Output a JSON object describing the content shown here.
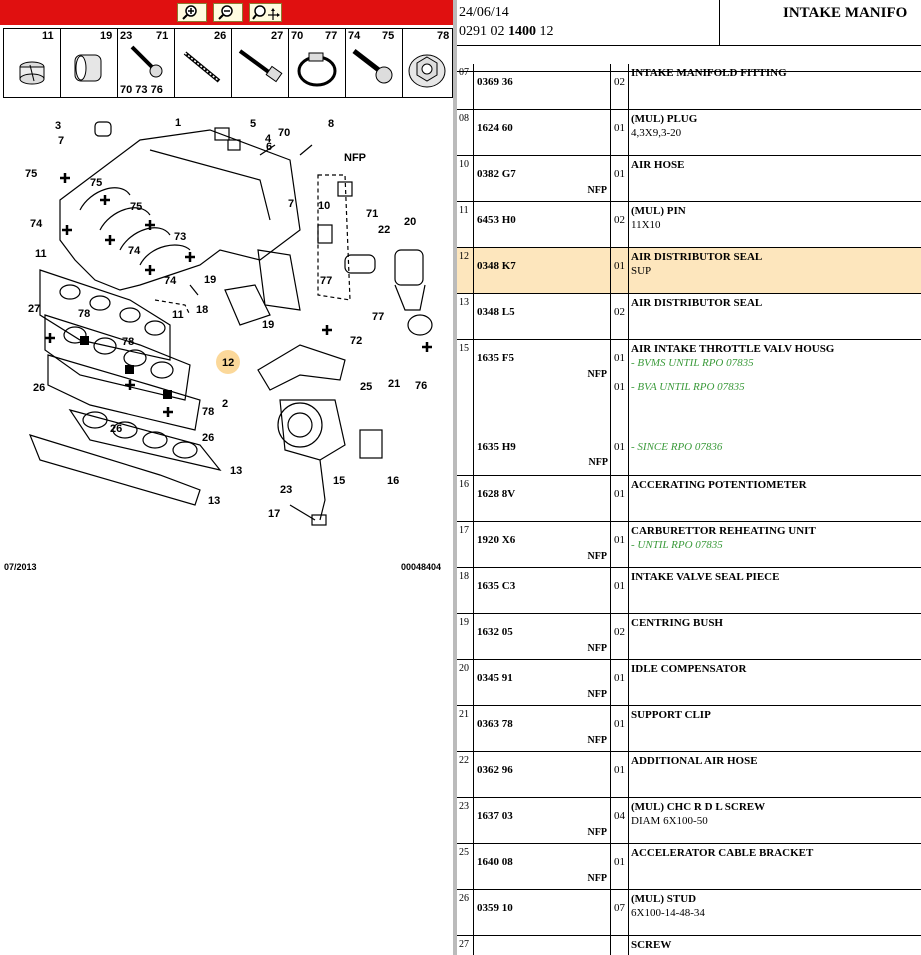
{
  "toolbar": {
    "buttons": [
      {
        "name": "zoom-in-button",
        "icon": "zoom-in-icon"
      },
      {
        "name": "zoom-out-button",
        "icon": "zoom-out-icon"
      },
      {
        "name": "zoom-fit-button",
        "icon": "zoom-move-icon"
      }
    ],
    "bg": "#e01010"
  },
  "parts_strip": [
    "11",
    "19",
    "23",
    "71",
    "70 73 76",
    "26",
    "27",
    "70",
    "77",
    "74",
    "75",
    "78"
  ],
  "diagram": {
    "callouts": [
      "1",
      "2",
      "3",
      "4",
      "5",
      "6",
      "7",
      "7",
      "8",
      "10",
      "11",
      "11",
      "12",
      "13",
      "13",
      "15",
      "16",
      "17",
      "18",
      "19",
      "19",
      "20",
      "21",
      "22",
      "23",
      "25",
      "26",
      "26",
      "26",
      "27",
      "70",
      "71",
      "72",
      "73",
      "74",
      "74",
      "74",
      "75",
      "75",
      "75",
      "76",
      "77",
      "77",
      "78",
      "78",
      "78",
      "NFP"
    ],
    "footer_date": "07/2013",
    "footer_ref": "00048404"
  },
  "header": {
    "date": "24/06/14",
    "code_a": "0291 02",
    "code_b": "1400",
    "code_c": "12",
    "title": "INTAKE MANIFO"
  },
  "rows": [
    {
      "idx": "07",
      "ref": "0369 36",
      "nfp": "",
      "qty": "02",
      "desc1": "INTAKE MANIFOLD FITTING",
      "desc2": "",
      "extra": []
    },
    {
      "idx": "08",
      "ref": "1624 60",
      "nfp": "",
      "qty": "01",
      "desc1": "(MUL) PLUG",
      "desc2": "4,3X9,3-20",
      "extra": []
    },
    {
      "idx": "10",
      "ref": "0382 G7",
      "nfp": "NFP",
      "qty": "01",
      "desc1": "AIR HOSE",
      "desc2": "",
      "extra": []
    },
    {
      "idx": "11",
      "ref": "6453 H0",
      "nfp": "",
      "qty": "02",
      "desc1": "(MUL) PIN",
      "desc2": "11X10",
      "extra": []
    },
    {
      "idx": "12",
      "ref": "0348 K7",
      "nfp": "",
      "qty": "01",
      "desc1": "AIR DISTRIBUTOR SEAL",
      "desc2": "SUP",
      "extra": [],
      "highlight": true
    },
    {
      "idx": "13",
      "ref": "0348 L5",
      "nfp": "",
      "qty": "02",
      "desc1": "AIR DISTRIBUTOR SEAL",
      "desc2": "",
      "extra": []
    },
    {
      "idx": "15",
      "ref": "1635 F5",
      "nfp": "NFP",
      "qty": "01",
      "desc1": "AIR INTAKE THROTTLE VALV HOUSG",
      "desc2": "- BVMS UNTIL RPO 07835",
      "desc2_green": true,
      "extra": [
        {
          "ref": "",
          "nfp": "",
          "qty": "01",
          "desc": "- BVA UNTIL RPO 07835"
        },
        {
          "ref": "1635 H9",
          "nfp": "NFP",
          "qty": "01",
          "desc": "- SINCE RPO 07836"
        }
      ]
    },
    {
      "idx": "16",
      "ref": "1628 8V",
      "nfp": "",
      "qty": "01",
      "desc1": "ACCERATING POTENTIOMETER",
      "desc2": "",
      "extra": []
    },
    {
      "idx": "17",
      "ref": "1920 X6",
      "nfp": "NFP",
      "qty": "01",
      "desc1": "CARBURETTOR REHEATING UNIT",
      "desc2": "- UNTIL RPO 07835",
      "desc2_green": true,
      "extra": []
    },
    {
      "idx": "18",
      "ref": "1635 C3",
      "nfp": "",
      "qty": "01",
      "desc1": "INTAKE VALVE SEAL PIECE",
      "desc2": "",
      "extra": []
    },
    {
      "idx": "19",
      "ref": "1632 05",
      "nfp": "NFP",
      "qty": "02",
      "desc1": "CENTRING BUSH",
      "desc2": "",
      "extra": []
    },
    {
      "idx": "20",
      "ref": "0345 91",
      "nfp": "NFP",
      "qty": "01",
      "desc1": "IDLE COMPENSATOR",
      "desc2": "",
      "extra": []
    },
    {
      "idx": "21",
      "ref": "0363 78",
      "nfp": "NFP",
      "qty": "01",
      "desc1": "SUPPORT CLIP",
      "desc2": "",
      "extra": []
    },
    {
      "idx": "22",
      "ref": "0362 96",
      "nfp": "",
      "qty": "01",
      "desc1": "ADDITIONAL AIR HOSE",
      "desc2": "",
      "extra": []
    },
    {
      "idx": "23",
      "ref": "1637 03",
      "nfp": "NFP",
      "qty": "04",
      "desc1": "(MUL) CHC R D L SCREW",
      "desc2": "DIAM 6X100-50",
      "extra": []
    },
    {
      "idx": "25",
      "ref": "1640 08",
      "nfp": "NFP",
      "qty": "01",
      "desc1": "ACCELERATOR CABLE BRACKET",
      "desc2": "",
      "extra": []
    },
    {
      "idx": "26",
      "ref": "0359 10",
      "nfp": "",
      "qty": "07",
      "desc1": "(MUL) STUD",
      "desc2": "6X100-14-48-34",
      "extra": []
    },
    {
      "idx": "27",
      "ref": "",
      "nfp": "",
      "qty": "",
      "desc1": "SCREW",
      "desc2": "",
      "extra": []
    }
  ]
}
